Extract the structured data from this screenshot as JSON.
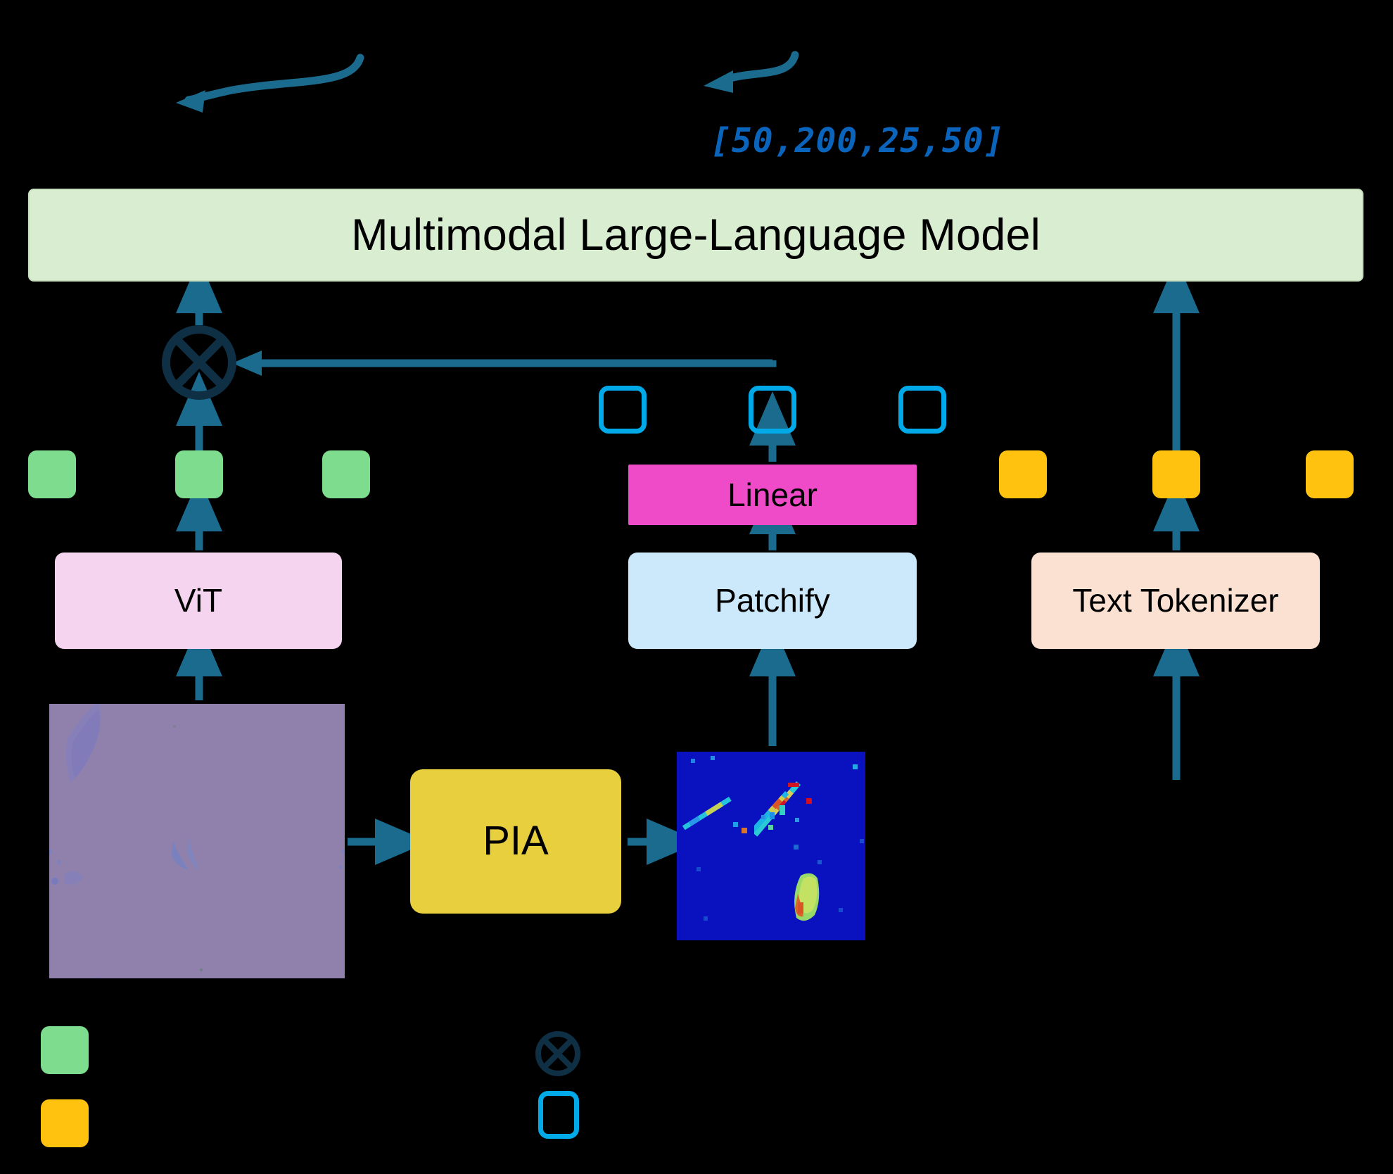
{
  "diagram": {
    "title": "Multimodal Large-Language Model pipeline",
    "background_color": "#000000"
  },
  "blocks": {
    "mllm": {
      "label": "Multimodal Large-Language Model",
      "color": "#d9edd0"
    },
    "vit": {
      "label": "ViT",
      "color": "#f4d4ee"
    },
    "patchify": {
      "label": "Patchify",
      "color": "#cbe9fa"
    },
    "text_tokenizer": {
      "label": "Text Tokenizer",
      "color": "#fbe1d2"
    },
    "linear": {
      "label": "Linear",
      "color": "#ef4bc9"
    },
    "pia": {
      "label": "PIA",
      "color": "#e8cf3e"
    }
  },
  "annotations": {
    "vector_output": "[50,200,25,50]",
    "vector_color": "#0b64bc",
    "arrow_color": "#1b6b8f"
  },
  "tokens": {
    "vision_token_color": "#7ddc8e",
    "text_token_color": "#ffc20e",
    "patch_token_outline_color": "#00a9e8",
    "vision_tokens": [
      "vision-token-1",
      "vision-token-2",
      "vision-token-3"
    ],
    "text_tokens": [
      "text-token-1",
      "text-token-2",
      "text-token-3"
    ],
    "patch_tokens": [
      "patch-token-1",
      "patch-token-2",
      "patch-token-3"
    ]
  },
  "operators": {
    "fusion": {
      "symbol": "⊗",
      "color": "#0e2f44"
    }
  },
  "legend": {
    "items": [
      {
        "name": "vision-token-swatch",
        "color": "#7ddc8e",
        "label": ""
      },
      {
        "name": "text-token-swatch",
        "color": "#ffc20e",
        "label": ""
      },
      {
        "name": "fusion-operator-swatch",
        "symbol": "⊗",
        "label": ""
      },
      {
        "name": "patch-token-swatch",
        "color": "#00a9e8",
        "label": ""
      }
    ]
  },
  "images": {
    "optical_micrograph": {
      "name": "optical-micrograph",
      "description": "purple optical microscope image of flakes",
      "base_color": "#8a7ca8"
    },
    "pia_heatmap": {
      "name": "pia-heatmap",
      "description": "jet-colormap contrast heatmap with bright streaks",
      "base_color": "#0b12c8"
    }
  }
}
